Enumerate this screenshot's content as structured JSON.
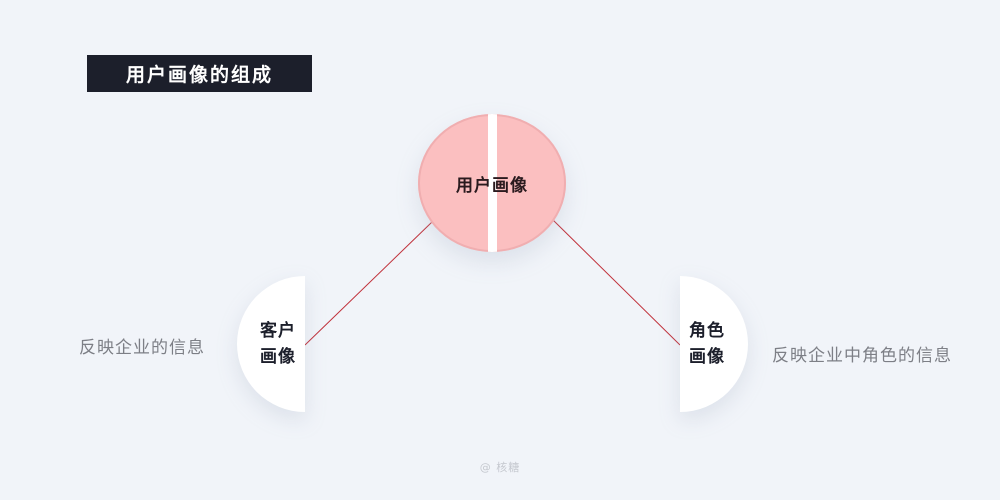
{
  "title": "用户画像的组成",
  "center_node": {
    "label": "用户画像",
    "color": "#fbbfc0",
    "stripe_color": "#ffffff"
  },
  "left_node": {
    "label": "客户画像",
    "description": "反映企业的信息"
  },
  "right_node": {
    "label": "角色画像",
    "description": "反映企业中角色的信息"
  },
  "connector_color": "#c0303a",
  "watermark": "@ 核糖",
  "colors": {
    "background": "#f1f4f9",
    "title_background": "#1c1f2b",
    "title_text": "#ffffff",
    "description_text": "#7d7f86"
  }
}
